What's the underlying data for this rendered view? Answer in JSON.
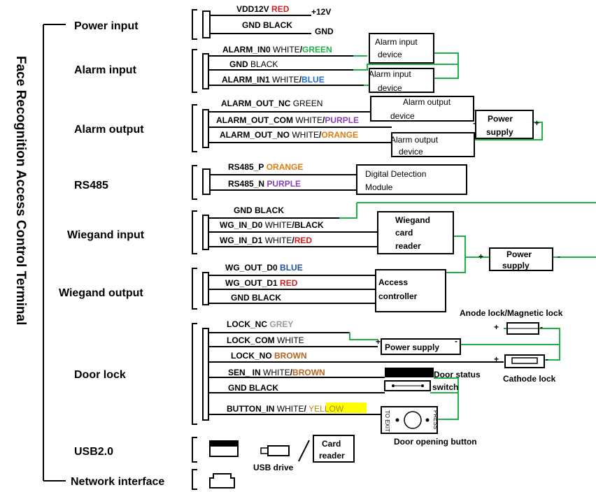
{
  "title": "Face Recognition Access Control Terminal",
  "categories": {
    "power_input": "Power input",
    "alarm_input": "Alarm input",
    "alarm_output": "Alarm output",
    "rs485": "RS485",
    "wiegand_input": "Wiegand input",
    "wiegand_output": "Wiegand output",
    "door_lock": "Door lock",
    "usb": "USB2.0",
    "network": "Network interface"
  },
  "colors": {
    "red": "#d22020",
    "green": "#22b04a",
    "blue": "#1f6fd0",
    "purple": "#8a3fb5",
    "orange": "#e07b10",
    "brown": "#b5651d",
    "grey": "#9a9a9a",
    "yellow_bg": "#ffff00"
  },
  "wires": {
    "vdd12v": {
      "name": "VDD12V",
      "color": "RED"
    },
    "gnd_power": {
      "name": "GND",
      "color": "BLACK"
    },
    "alarm_in0": {
      "name": "ALARM_IN0",
      "white": "WHITE",
      "sep": "/",
      "color": "GREEN"
    },
    "gnd_alarm": {
      "name": "GND",
      "color": "BLACK"
    },
    "alarm_in1": {
      "name": "ALARM_IN1",
      "white": "WHITE",
      "sep": "/",
      "color": "BLUE"
    },
    "alarm_out_nc": {
      "name": "ALARM_OUT_NC",
      "color": "GREEN"
    },
    "alarm_out_com": {
      "name": "ALARM_OUT_COM",
      "white": "WHITE",
      "sep": "/",
      "color": "PURPLE"
    },
    "alarm_out_no": {
      "name": "ALARM_OUT_NO",
      "white": "WHITE",
      "sep": "/",
      "color": "ORANGE"
    },
    "rs485_p": {
      "name": "RS485_P",
      "color": "ORANGE"
    },
    "rs485_n": {
      "name": "RS485_N",
      "color": "PURPLE"
    },
    "gnd_wg_in": {
      "name": "GND",
      "color": "BLACK"
    },
    "wg_in_d0": {
      "name": "WG_IN_D0",
      "white": "WHITE",
      "sep": "/",
      "color": "BLACK"
    },
    "wg_in_d1": {
      "name": "WG_IN_D1",
      "white": "WHITE",
      "sep": "/",
      "color": "RED"
    },
    "wg_out_d0": {
      "name": "WG_OUT_D0",
      "color": "BLUE"
    },
    "wg_out_d1": {
      "name": "WG_OUT_D1",
      "color": "RED"
    },
    "gnd_wg_out": {
      "name": "GND",
      "color": "BLACK"
    },
    "lock_nc": {
      "name": "LOCK_NC",
      "color": "GREY"
    },
    "lock_com": {
      "name": "LOCK_COM",
      "color": "WHITE"
    },
    "lock_no": {
      "name": "LOCK_NO",
      "color": "BROWN"
    },
    "sen_in": {
      "name": "SEN_ IN",
      "white": "WHITE",
      "sep": "/",
      "color": "BROWN"
    },
    "gnd_lock": {
      "name": "GND",
      "color": "BLACK"
    },
    "button_in": {
      "name": "BUTTON_IN",
      "white": "WHITE",
      "sep": "/ ",
      "color": "YELLOW"
    }
  },
  "power_labels": {
    "plus12v": "+12V",
    "gnd": "GND"
  },
  "devices": {
    "alarm_in_dev1": [
      "Alarm input",
      "device"
    ],
    "alarm_in_dev2": [
      "Alarm input",
      "device"
    ],
    "alarm_out_dev1": [
      "Alarm output",
      "device"
    ],
    "alarm_out_dev2": [
      "Alarm output",
      "device"
    ],
    "power_supply_alarm": [
      "Power",
      "supply"
    ],
    "digital_detection": [
      "Digital Detection",
      "Module"
    ],
    "wiegand_reader": [
      "Wiegand",
      "card",
      "reader"
    ],
    "power_supply_wiegand": [
      "Power",
      "supply"
    ],
    "access_controller": [
      "Access",
      "controller"
    ],
    "power_supply_lock": "Power supply",
    "anode_lock": "Anode lock/Magnetic lock",
    "cathode_lock": "Cathode lock",
    "door_status": [
      "Door status",
      "switch"
    ],
    "door_button": "Door opening button",
    "button_to_exit": "TO EXIT",
    "button_press": "PRESS",
    "usb_drive": "USB drive",
    "card_reader": [
      "Card",
      "reader"
    ]
  },
  "polarity": {
    "plus": "+",
    "minus": "-"
  }
}
